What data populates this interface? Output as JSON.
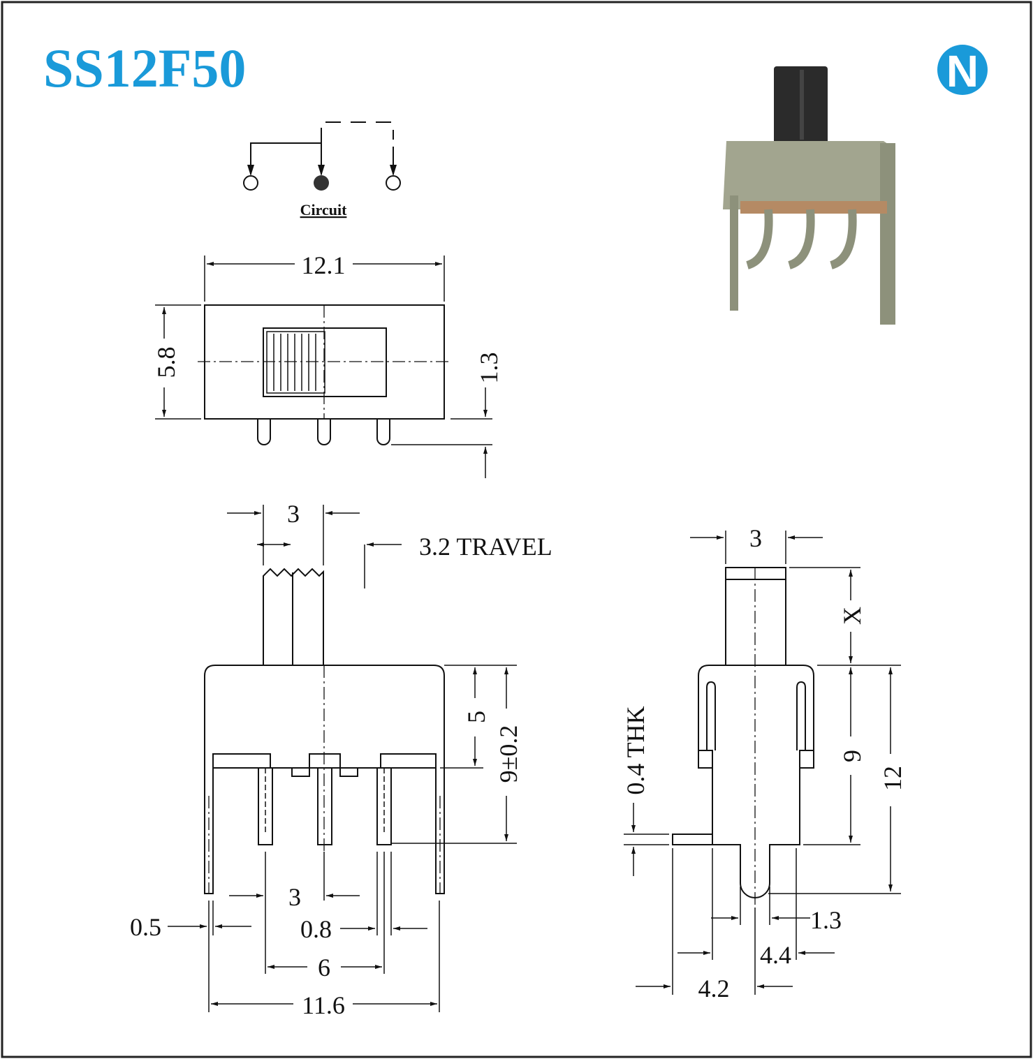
{
  "title": "SS12F50",
  "logo_letter": "N",
  "brand_color": "#1a9ad9",
  "circuit_label": "Circuit",
  "top_view": {
    "width": "12.1",
    "height": "5.8",
    "pin_offset": "1.3"
  },
  "front_view": {
    "actuator_width": "3",
    "travel": "3.2 TRAVEL",
    "body_height": "5",
    "total_height": "9±0.2",
    "pin_pitch": "3",
    "shell_thickness": "0.5",
    "pin_width": "0.8",
    "pin_span": "6",
    "overall_width": "11.6"
  },
  "side_view": {
    "actuator_width": "3",
    "actuator_height": "X",
    "body_height": "9",
    "total_height": "12",
    "thickness": "0.4 THK",
    "dim_a": "1.3",
    "dim_b": "4.4",
    "dim_c": "4.2"
  }
}
